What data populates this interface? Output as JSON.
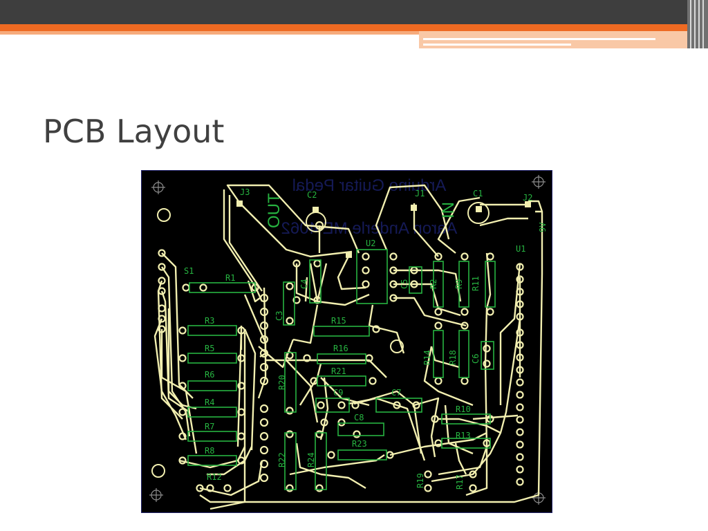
{
  "slide": {
    "title": "PCB Layout"
  },
  "pcb": {
    "colors": {
      "board": "#000000",
      "trace": "#f2efb0",
      "silk": "#27b441",
      "ghost": "#151a56",
      "border": "#23256e",
      "mount": "#8c8c8c"
    },
    "ghost_text": {
      "line1": "Arduino Guitar Pedal",
      "line2": "Aaron Anderle ME 4062"
    },
    "labels": {
      "J3": "J3",
      "OUT": "OUT",
      "C2": "C2",
      "J1": "J1",
      "IN": "IN",
      "C1": "C1",
      "J2": "J2",
      "V9": "9V",
      "U1": "U1",
      "U2": "U2",
      "S1": "S1",
      "R1": "R1",
      "R2": "R2",
      "R9": "R9",
      "R11": "R11",
      "C5": "C5",
      "C4": "C4",
      "C3": "C3",
      "R3": "R3",
      "R15": "R15",
      "R5": "R5",
      "R16": "R16",
      "R14": "R14",
      "R18": "R18",
      "C6": "C6",
      "R6": "R6",
      "R21": "R21",
      "R20": "R20",
      "C7": "C7",
      "C9": "C9",
      "R4": "R4",
      "R10": "R10",
      "C8": "C8",
      "R7": "R7",
      "R13": "R13",
      "R23": "R23",
      "R8": "R8",
      "R22": "R22",
      "R24": "R24",
      "R19": "R19",
      "R17": "R17",
      "R12": "R12"
    }
  }
}
